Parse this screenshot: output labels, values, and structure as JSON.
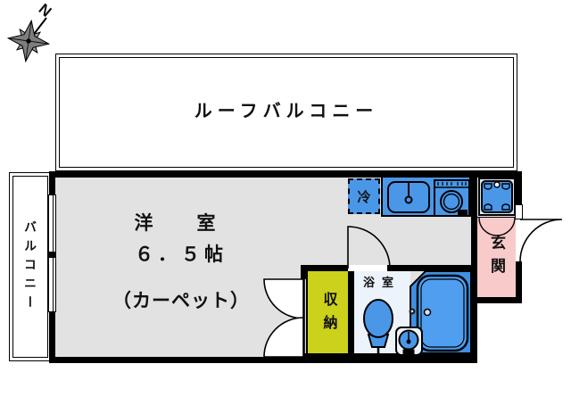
{
  "compass": {
    "north_label": "N"
  },
  "rooms": {
    "roof_balcony": {
      "label": "ルーフバルコニー"
    },
    "balcony": {
      "label": "バルコニー"
    },
    "western_room": {
      "name": "洋　室",
      "size": "６．５帖",
      "flooring": "（カーペット）"
    },
    "entrance": {
      "label": "玄関"
    },
    "storage": {
      "label": "収納"
    },
    "bathroom": {
      "label": "浴室"
    },
    "refrigerator_space": {
      "label": "冷"
    }
  },
  "colors": {
    "fixture_blue": "#4a97e8",
    "bath_zone_blue": "#3f90e3",
    "bathtub_blue": "#4f9eef",
    "entrance_pink": "#f9caca",
    "storage_yellow": "#ccd11c",
    "room_gray": "#e2e2e2",
    "bath_floor_white": "#edf3fb",
    "wall_black": "#000000"
  }
}
